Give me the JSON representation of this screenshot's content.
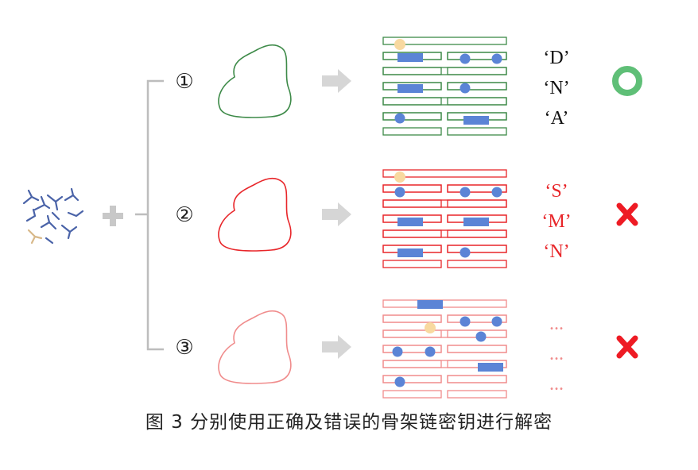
{
  "caption": "图 3 分别使用正确及错误的骨架链密钥进行解密",
  "rows": [
    {
      "marker": "①",
      "color": "#3d8a48",
      "labels": [
        "‘D’",
        "‘N’",
        "‘A’"
      ],
      "result": "circle"
    },
    {
      "marker": "②",
      "color": "#e8262a",
      "labels": [
        "‘S’",
        "‘M’",
        "‘N’"
      ],
      "result": "cross"
    },
    {
      "marker": "③",
      "color": "#f08c8c",
      "labels": [
        "...",
        "...",
        "..."
      ],
      "result": "cross"
    }
  ],
  "colors": {
    "dot": "#5b84d6",
    "bar": "#5b84d6",
    "start_dot": "#f8d9a0",
    "arrow": "#d6d6d6",
    "plus": "#c8c8c8",
    "bracket": "#bdbdbd",
    "ok": "#5fbf77",
    "fail": "#ee1b24",
    "fragments": [
      "#4a63a8",
      "#d8b98a"
    ]
  }
}
